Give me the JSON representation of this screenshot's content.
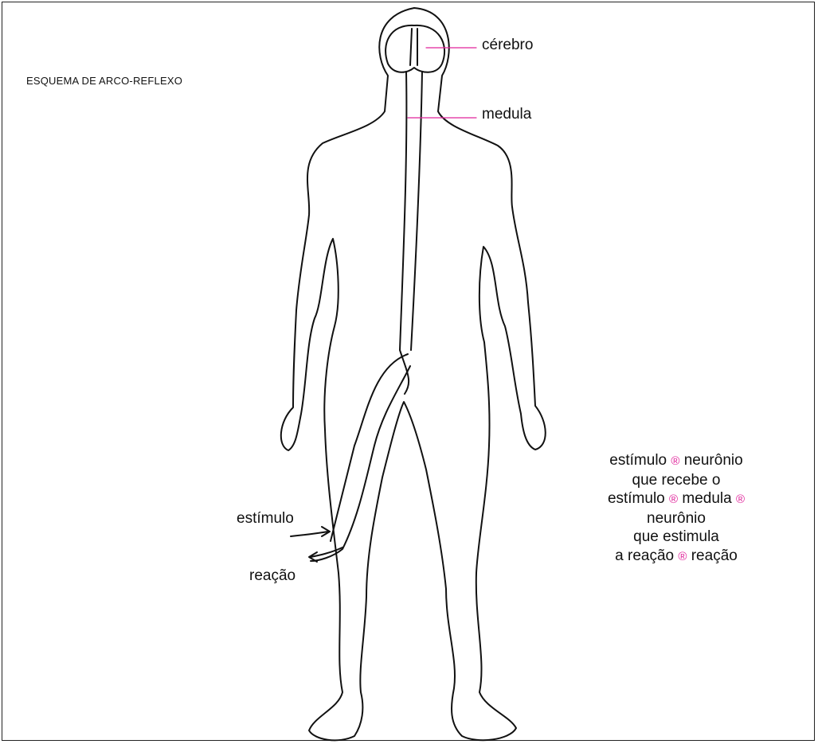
{
  "diagram": {
    "title": "ESQUEMA DE ARCO-REFLEXO",
    "labels": {
      "cerebro": "cérebro",
      "medula": "medula",
      "estimulo": "estímulo",
      "reacao": "reação"
    },
    "explanation": {
      "line1_a": "estímulo",
      "line1_b": "neurônio",
      "line2": "que recebe o",
      "line3_a": "estímulo",
      "line3_b": "medula",
      "line4": "neurônio",
      "line5": "que estimula",
      "line6_a": "a reação",
      "line6_b": "reação",
      "arrow_glyph": "®"
    },
    "colors": {
      "leader_line": "#e0239a",
      "arrow_glyph": "#e0239a",
      "outline": "#111111"
    }
  }
}
